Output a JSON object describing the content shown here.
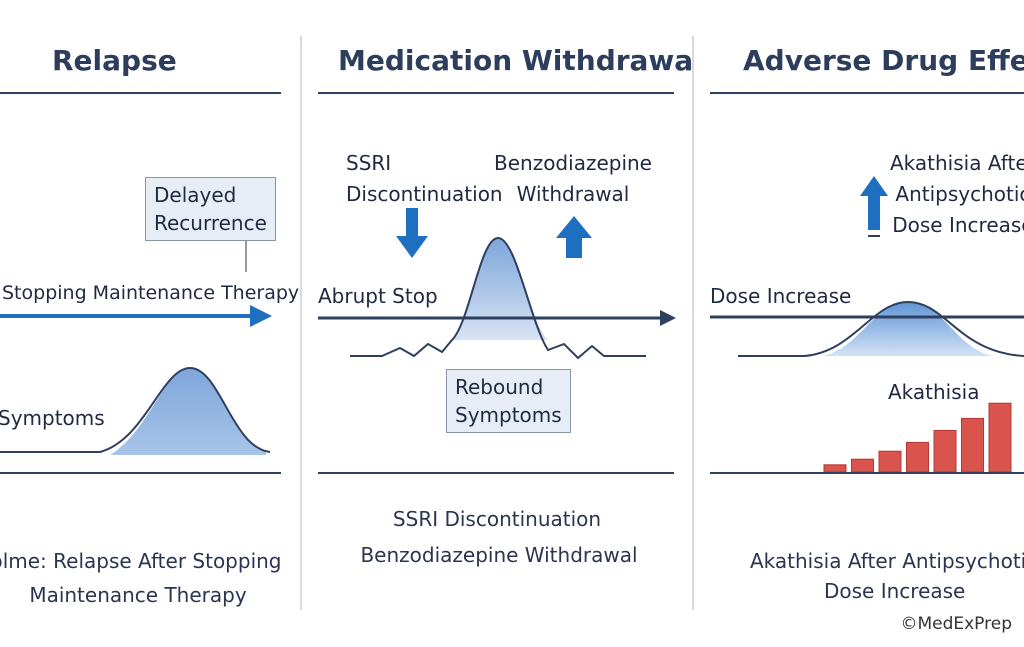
{
  "panels": {
    "relapse": {
      "title": "Relapse",
      "box_line1": "Delayed",
      "box_line2": "Recurrence",
      "arrow_label": "Stopping Maintenance Therapy",
      "curve_label": "Symptoms",
      "footer_line1": "plme: Relapse After Stopping",
      "footer_line2": "Maintenance Therapy"
    },
    "withdrawal": {
      "title": "Medication Withdrawal",
      "left_label_line1": "SSRI",
      "left_label_line2": "Discontinuation",
      "right_label_line1": "Benzodiazepine",
      "right_label_line2": "Withdrawal",
      "arrow_label": "Abrupt Stop",
      "box_line1": "Rebound",
      "box_line2": "Symptoms",
      "footer_line1": "SSRI Discontinuation",
      "footer_line2": "Benzodiazepine Withdrawal"
    },
    "adverse": {
      "title": "Adverse Drug Effect",
      "top_label_line1": "Akathisia After",
      "top_label_line2": "Antipsychotic",
      "top_label_line3": "Dose Increase",
      "line_label": "Dose Increase",
      "bars_label": "Akathisia",
      "bar_levels": [
        0.09,
        0.16,
        0.26,
        0.37,
        0.52,
        0.67,
        0.86
      ],
      "footer_line1": "Akathisia After Antipsychotic",
      "footer_line2": "Dose Increase"
    }
  },
  "copyright": "©MedExPrep",
  "colors": {
    "dark": "#2f3f5f",
    "blue_arrow": "#1f6fc0",
    "curve_fill": "#8fb3e0",
    "bar_fill": "#d9544d",
    "box_fill": "#e8edf5"
  },
  "icons": [
    "arrow-right-icon",
    "arrow-down-icon",
    "arrow-up-icon"
  ]
}
